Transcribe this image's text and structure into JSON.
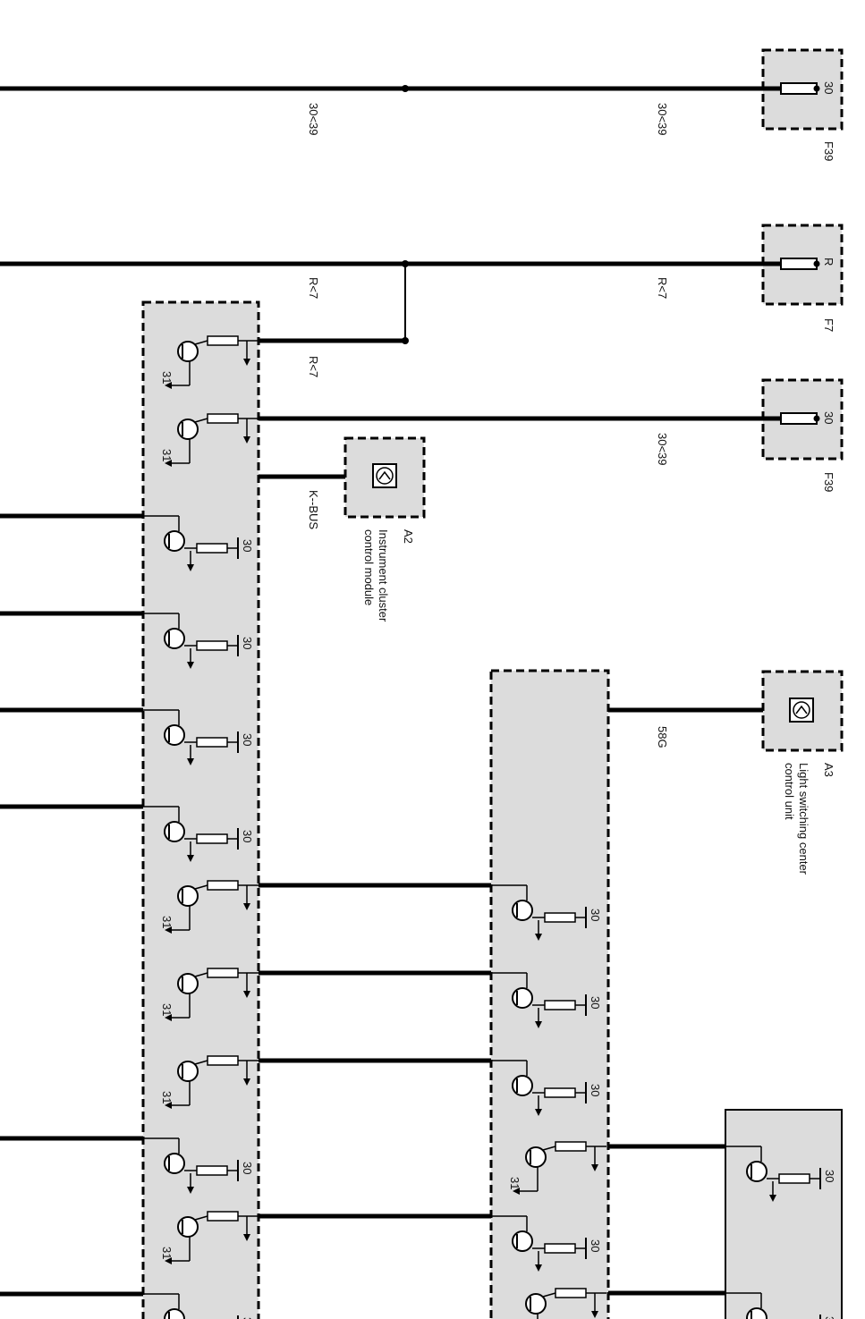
{
  "diagram": {
    "wire_labels": {
      "w1_left": "30<39",
      "w1_right": "30<39",
      "w2_left": "R<7",
      "w2_right": "R<7",
      "w3": "R<7",
      "w4": "30<39",
      "kbus": "K--BUS",
      "w58": "58G"
    },
    "fuses": [
      {
        "id": "F39",
        "terminal": "30"
      },
      {
        "id": "F7",
        "terminal": "R"
      },
      {
        "id": "F39",
        "terminal": "30"
      }
    ],
    "modules": {
      "a2_id": "A2",
      "a2_name_line1": "Instrument cluster",
      "a2_name_line2": "control module",
      "a3_id": "A3",
      "a3_name_line1": "Light switching center",
      "a3_name_line2": "control unit"
    },
    "terminals": {
      "ground": "31",
      "supply": "30"
    },
    "colors": {
      "module_fill": "#dcdcdc",
      "wire": "#000000"
    }
  }
}
